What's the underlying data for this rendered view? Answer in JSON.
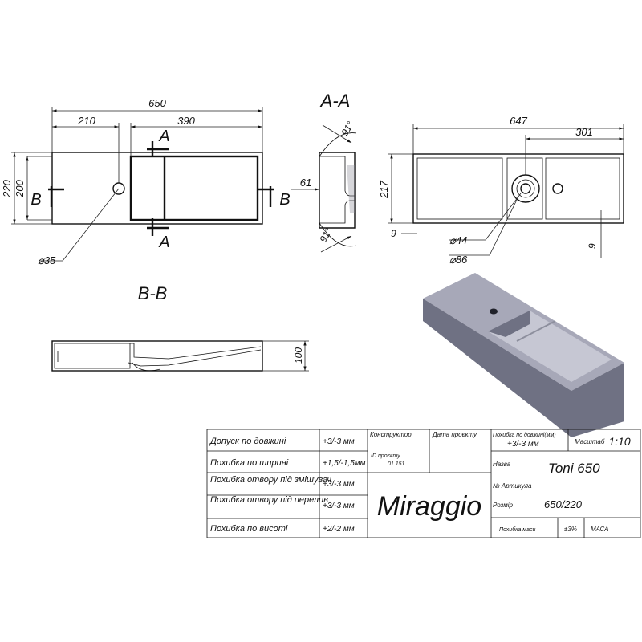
{
  "views": {
    "top": {
      "dims": {
        "overall": "650",
        "left": "210",
        "right": "390",
        "h_outer": "220",
        "h_inner": "200",
        "hole": "35"
      },
      "section_a": "A",
      "section_b": "B"
    },
    "aa": {
      "title": "A-A",
      "angle_top": "91°",
      "angle_bottom": "91°",
      "depth": "61"
    },
    "underside": {
      "overall": "647",
      "right": "301",
      "height": "217",
      "edge": "9",
      "edge2": "9",
      "d_small": "44",
      "d_large": "86"
    },
    "bb": {
      "title": "B-B",
      "height": "100"
    }
  },
  "title_block": {
    "rows": [
      {
        "label": "Допуск по довжині",
        "value": "+3/-3 мм"
      },
      {
        "label": "Похибка по ширині",
        "value": "+1,5/-1,5мм"
      },
      {
        "label": "Похибка отвору під змішувач",
        "value": "+3/-3 мм"
      },
      {
        "label": "Похибка отвору під перелив",
        "value": "+3/-3 мм"
      },
      {
        "label": "Похибка по висоті",
        "value": "+2/-2 мм"
      }
    ],
    "designer_label": "Конструктор",
    "date_label": "Дата проєкту",
    "project_id_label": "ID проєкту",
    "project_id": "01.151",
    "brand": "Miraggio",
    "length_tol_label": "Похибка по довжині(мм)",
    "length_tol_value": "+3/-3 мм",
    "scale_label": "Масштаб",
    "scale_value": "1:10",
    "name_label": "Назва",
    "name_value": "Toni 650",
    "article_label": "№ Артикула",
    "size_label": "Розмір",
    "size_value": "650/220",
    "mass_tol_label": "Похибка маси",
    "mass_tol_value": "±3%",
    "mass_label": "МАСА"
  },
  "colors": {
    "render_top": "#a7a8b8",
    "render_side": "#6f7183",
    "render_inner": "#c6c7d3"
  }
}
